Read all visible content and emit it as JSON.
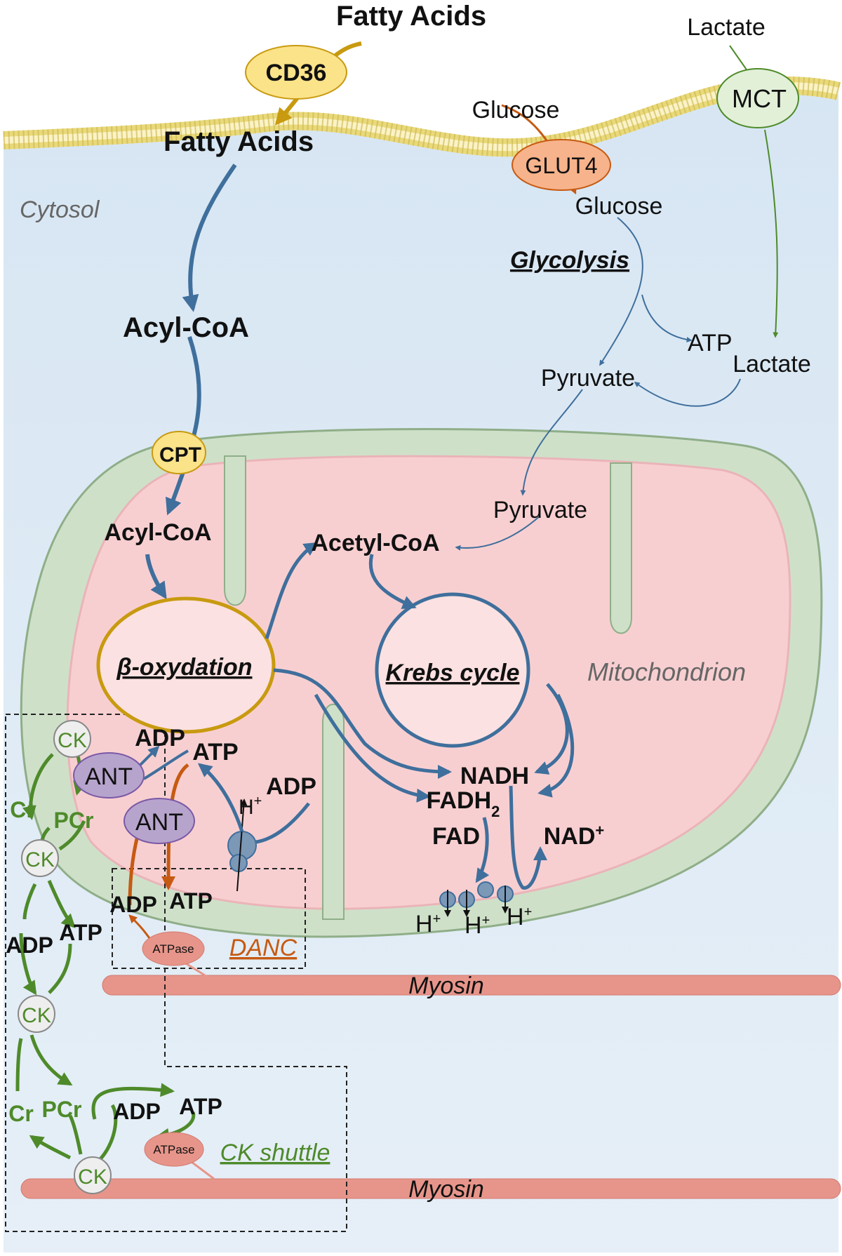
{
  "labels": {
    "fatty_acids_top": "Fatty Acids",
    "cd36": "CD36",
    "fatty_acids_in": "Fatty Acids",
    "lactate_top": "Lactate",
    "mct": "MCT",
    "glucose_out": "Glucose",
    "glut4": "GLUT4",
    "glucose_in": "Glucose",
    "cytosol": "Cytosol",
    "glycolysis": "Glycolysis",
    "acyl_coa_cyto": "Acyl-CoA",
    "atp_glyco": "ATP",
    "lactate_in": "Lactate",
    "pyruvate_cyto": "Pyruvate",
    "cpt": "CPT",
    "acyl_coa_mito": "Acyl-CoA",
    "pyruvate_mito": "Pyruvate",
    "acetyl_coa": "Acetyl-CoA",
    "beta_ox": "β-oxydation",
    "krebs": "Krebs cycle",
    "mitochondrion": "Mitochondrion",
    "nadh": "NADH",
    "fadh2": "FADH",
    "fadh2_sub": "2",
    "fad": "FAD",
    "nad": "NAD",
    "nad_sup": "+",
    "hplus_1": "H",
    "hplus_2": "H",
    "hplus_3": "H",
    "hplus_4": "H",
    "plus": "+",
    "adp_mito": "ADP",
    "hplus_atpsyn": "H",
    "adp_ant": "ADP",
    "atp_ant": "ATP",
    "ant1": "ANT",
    "ant2": "ANT",
    "adp_danc": "ADP",
    "atp_danc": "ATP",
    "atpase1": "ATPase",
    "danc": "DANC",
    "myosin1": "Myosin",
    "myosin2": "Myosin",
    "ck1": "CK",
    "ck2": "CK",
    "ck3": "CK",
    "ck4": "CK",
    "cr1": "Cr",
    "pcr1": "PCr",
    "adp_ck": "ADP",
    "atp_ck": "ATP",
    "cr2": "Cr",
    "pcr2": "PCr",
    "adp_shuttle": "ADP",
    "atp_shuttle": "ATP",
    "atpase2": "ATPase",
    "ck_shuttle": "CK shuttle"
  },
  "colors": {
    "blue_arrow": "#3f6f9c",
    "gold": "#c89a10",
    "green": "#4e8a2a",
    "orange": "#c65a12",
    "cytosol_bg": "#dbe8f4",
    "mito_outer": "#cfe0c9",
    "mito_matrix": "#f8cfd1",
    "myosin": "#e7958a"
  }
}
